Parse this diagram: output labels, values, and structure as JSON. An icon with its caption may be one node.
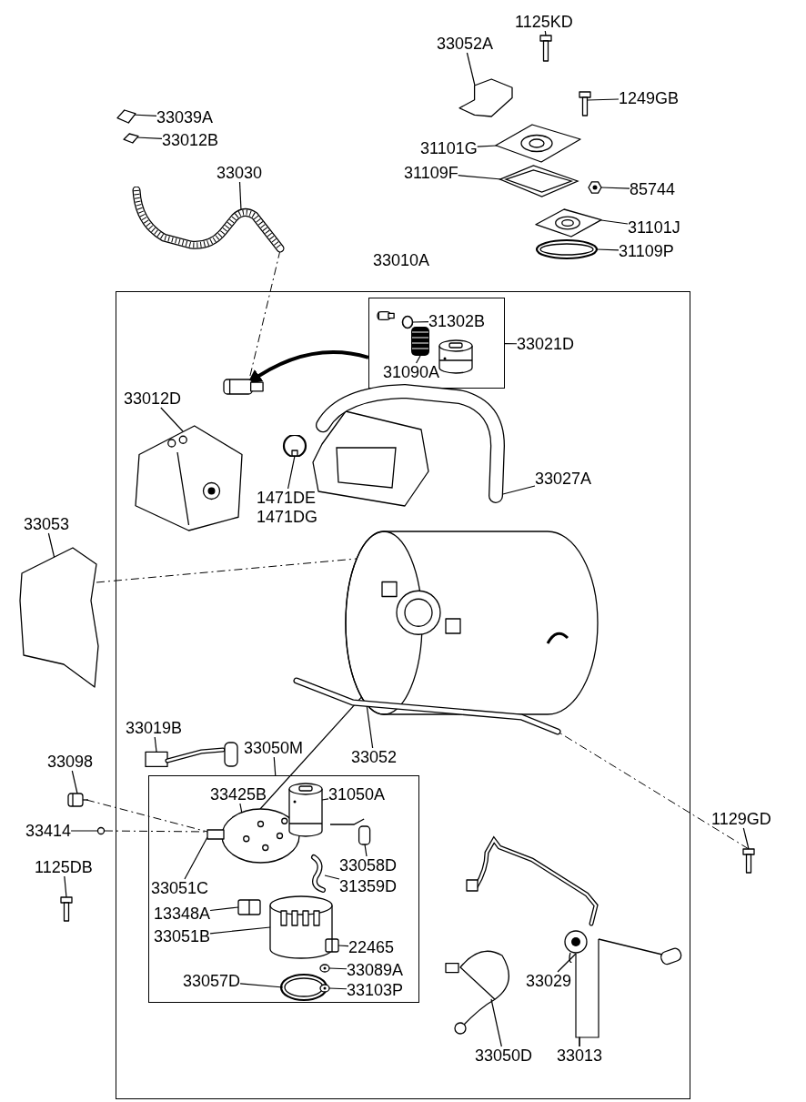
{
  "diagram": {
    "nodes": [
      {
        "text": [
          "1125KD"
        ]
      },
      {
        "text": [
          "33052A"
        ]
      },
      {
        "text": [
          "1249GB"
        ]
      },
      {
        "text": [
          "31101G"
        ]
      },
      {
        "text": [
          "31109F"
        ]
      },
      {
        "text": [
          "85744"
        ]
      },
      {
        "text": [
          "31101J"
        ]
      },
      {
        "text": [
          "31109P"
        ]
      },
      {
        "text": [
          "33039A"
        ]
      },
      {
        "text": [
          "33012B"
        ]
      },
      {
        "text": [
          "33030"
        ]
      },
      {
        "text": [],
        "shape": "picture"
      },
      {
        "text": [],
        "shape": "picture"
      },
      {
        "text": [],
        "shape": "picture"
      },
      {
        "text": [],
        "shape": "picture"
      },
      {
        "text": [],
        "shape": "picture"
      },
      {
        "text": [],
        "shape": "picture"
      },
      {
        "text": [],
        "shape": "picture"
      },
      {
        "text": [],
        "shape": "picture"
      },
      {
        "text": [],
        "shape": "picture"
      },
      {
        "text": [],
        "shape": "picture"
      },
      {
        "text": [],
        "shape": "picture"
      },
      {
        "text": [
          "33010A"
        ]
      },
      {
        "text": [],
        "shape": "box",
        "in": 22
      },
      {
        "text": [
          "31302B"
        ],
        "in": 23
      },
      {
        "text": [
          "31090A"
        ],
        "in": 23
      },
      {
        "text": [],
        "shape": "circle",
        "in": 23
      },
      {
        "text": [],
        "shape": "picture",
        "in": 23
      },
      {
        "text": [
          "33021D"
        ],
        "in": 22
      },
      {
        "text": [
          "33012D"
        ],
        "in": 22
      },
      {
        "text": [],
        "shape": "picture",
        "in": 22
      },
      {
        "text": [],
        "shape": "picture",
        "in": 22
      },
      {
        "text": [],
        "shape": "picture",
        "in": 22
      },
      {
        "text": [],
        "shape": "picture",
        "in": 22
      },
      {
        "text": [
          "1471DE"
        ],
        "in": 22
      },
      {
        "text": [
          "1471DG"
        ],
        "in": 22
      },
      {
        "text": [
          "33027A"
        ],
        "in": 22
      },
      {
        "text": [],
        "shape": "picture",
        "in": 22
      },
      {
        "text": [],
        "shape": "picture",
        "in": 22
      },
      {
        "text": [
          "33052"
        ],
        "in": 22
      },
      {
        "text": [
          "33019B"
        ],
        "in": 22
      },
      {
        "text": [],
        "shape": "picture",
        "in": 22
      },
      {
        "text": [
          "33050M"
        ],
        "in": 22
      },
      {
        "text": [],
        "shape": "box",
        "in": 22
      },
      {
        "text": [
          "33425B"
        ],
        "in": 43
      },
      {
        "text": [
          "31050A"
        ],
        "in": 43
      },
      {
        "text": [],
        "shape": "picture",
        "in": 43
      },
      {
        "text": [],
        "shape": "picture",
        "in": 43
      },
      {
        "text": [
          "33058D"
        ],
        "in": 43
      },
      {
        "text": [],
        "shape": "picture",
        "in": 43
      },
      {
        "text": [
          "33051C"
        ],
        "in": 43
      },
      {
        "text": [
          "31359D"
        ],
        "in": 43
      },
      {
        "text": [],
        "shape": "picture",
        "in": 43
      },
      {
        "text": [
          "13348A"
        ],
        "in": 43
      },
      {
        "text": [],
        "shape": "picture",
        "in": 43
      },
      {
        "text": [
          "33051B"
        ],
        "in": 43
      },
      {
        "text": [],
        "shape": "picture",
        "in": 43
      },
      {
        "text": [
          "22465"
        ],
        "in": 43
      },
      {
        "text": [],
        "shape": "picture",
        "in": 43
      },
      {
        "text": [
          "33089A"
        ],
        "in": 43
      },
      {
        "text": [],
        "shape": "circle",
        "in": 43
      },
      {
        "text": [
          "33057D"
        ],
        "in": 43
      },
      {
        "text": [],
        "shape": "picture",
        "in": 43
      },
      {
        "text": [
          "33103P"
        ],
        "in": 43
      },
      {
        "text": [],
        "shape": "circle",
        "in": 43
      },
      {
        "text": [
          "33029"
        ],
        "in": 22
      },
      {
        "text": [],
        "shape": "picture",
        "in": 22
      },
      {
        "text": [],
        "shape": "picture",
        "in": 22
      },
      {
        "text": [
          "33050D"
        ],
        "in": 22
      },
      {
        "text": [],
        "shape": "picture",
        "in": 22
      },
      {
        "text": [
          "33013"
        ],
        "in": 22
      },
      {
        "text": [
          "33053"
        ]
      },
      {
        "text": [],
        "shape": "picture"
      },
      {
        "text": [
          "33098"
        ]
      },
      {
        "text": [],
        "shape": "picture"
      },
      {
        "text": [
          "33414"
        ]
      },
      {
        "text": [],
        "shape": "circle"
      },
      {
        "text": [
          "1125DB"
        ]
      },
      {
        "text": [],
        "shape": "picture"
      },
      {
        "text": [
          "1129GD"
        ]
      },
      {
        "text": [],
        "shape": "picture"
      }
    ],
    "edges": [
      {
        "from": 0,
        "to": 11,
        "arrow": "none"
      },
      {
        "from": 1,
        "to": 12,
        "arrow": "none"
      },
      {
        "from": 2,
        "to": 13,
        "arrow": "none"
      },
      {
        "from": 3,
        "to": 14,
        "arrow": "none"
      },
      {
        "from": 4,
        "to": 15,
        "arrow": "none"
      },
      {
        "from": 5,
        "to": 16,
        "arrow": "none"
      },
      {
        "from": 6,
        "to": 17,
        "arrow": "none"
      },
      {
        "from": 7,
        "to": 18,
        "arrow": "none"
      },
      {
        "from": 8,
        "to": 19,
        "arrow": "none"
      },
      {
        "from": 9,
        "to": 20,
        "arrow": "none"
      },
      {
        "from": 10,
        "to": 21,
        "arrow": "none"
      },
      {
        "from": 21,
        "to": 31,
        "arrow": "none",
        "style": "dashed"
      },
      {
        "from": 24,
        "to": 26,
        "arrow": "none"
      },
      {
        "from": 25,
        "to": 27,
        "arrow": "none"
      },
      {
        "from": 28,
        "to": 23,
        "arrow": "none"
      },
      {
        "from": 23,
        "to": 31,
        "arrow": "to",
        "style": "thick"
      },
      {
        "from": 29,
        "to": 30,
        "arrow": "none"
      },
      {
        "from": 34,
        "to": 33,
        "arrow": "none"
      },
      {
        "from": 36,
        "to": 32,
        "arrow": "none"
      },
      {
        "from": 39,
        "to": 38,
        "arrow": "none"
      },
      {
        "from": 40,
        "to": 41,
        "arrow": "none"
      },
      {
        "from": 42,
        "to": 43,
        "arrow": "none"
      },
      {
        "from": 37,
        "to": 46,
        "arrow": "none"
      },
      {
        "from": 71,
        "to": 72,
        "arrow": "none"
      },
      {
        "from": 72,
        "to": 37,
        "arrow": "none",
        "style": "dashed"
      },
      {
        "from": 73,
        "to": 74,
        "arrow": "none"
      },
      {
        "from": 74,
        "to": 46,
        "arrow": "none",
        "style": "dashed"
      },
      {
        "from": 75,
        "to": 76,
        "arrow": "none"
      },
      {
        "from": 76,
        "to": 46,
        "arrow": "none",
        "style": "dashed"
      },
      {
        "from": 77,
        "to": 78,
        "arrow": "none"
      },
      {
        "from": 79,
        "to": 80,
        "arrow": "none"
      },
      {
        "from": 80,
        "to": 38,
        "arrow": "none",
        "style": "dashed"
      },
      {
        "from": 44,
        "to": 46,
        "arrow": "none"
      },
      {
        "from": 45,
        "to": 47,
        "arrow": "none"
      },
      {
        "from": 48,
        "to": 49,
        "arrow": "none"
      },
      {
        "from": 50,
        "to": 46,
        "arrow": "none"
      },
      {
        "from": 51,
        "to": 52,
        "arrow": "none"
      },
      {
        "from": 53,
        "to": 54,
        "arrow": "none"
      },
      {
        "from": 55,
        "to": 56,
        "arrow": "none"
      },
      {
        "from": 57,
        "to": 58,
        "arrow": "none"
      },
      {
        "from": 59,
        "to": 60,
        "arrow": "none"
      },
      {
        "from": 61,
        "to": 62,
        "arrow": "none"
      },
      {
        "from": 63,
        "to": 64,
        "arrow": "none"
      },
      {
        "from": 65,
        "to": 66,
        "arrow": "none"
      },
      {
        "from": 68,
        "to": 69,
        "arrow": "none"
      },
      {
        "from": 70,
        "to": 66,
        "arrow": "none"
      },
      {
        "from": 70,
        "to": 67,
        "arrow": "none"
      }
    ]
  }
}
